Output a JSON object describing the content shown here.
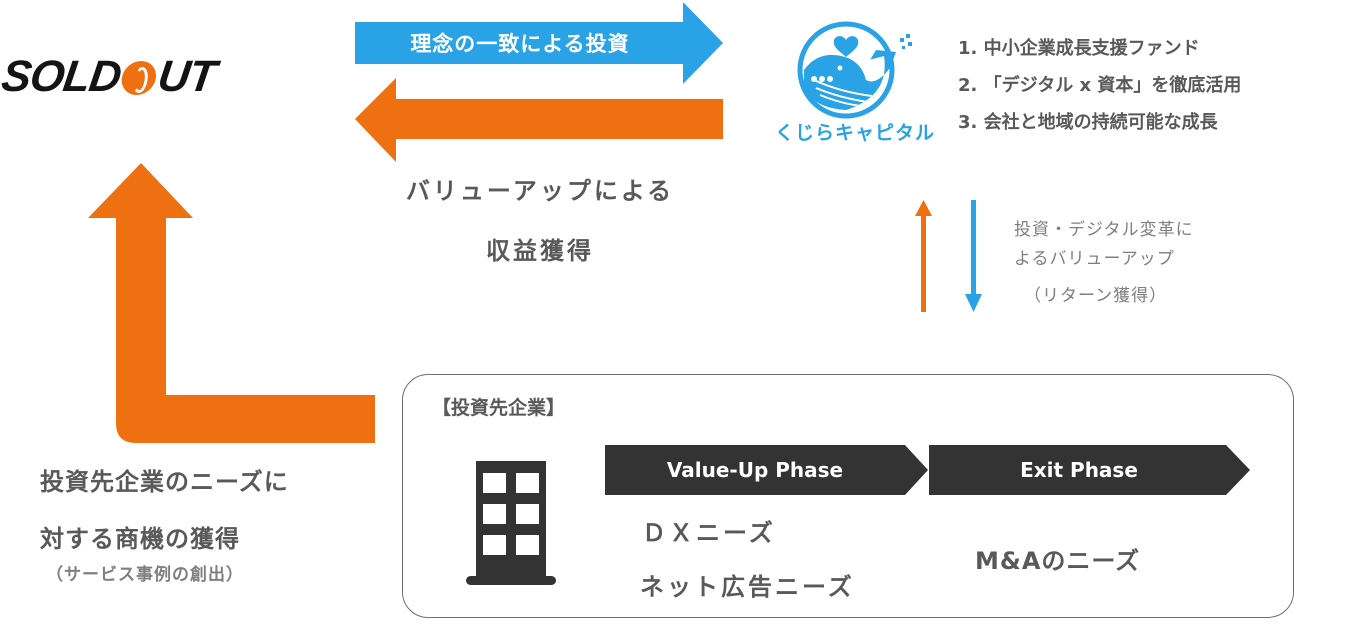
{
  "colors": {
    "orange": "#ee7010",
    "blue": "#29a3e6",
    "dark": "#333333",
    "text_gray": "#595959",
    "light_gray": "#7f7f7f"
  },
  "logos": {
    "soldout": {
      "text_left": "SOLD",
      "text_right": "UT",
      "mark": "flame-o-mark"
    },
    "kujira": {
      "name": "くじらキャピタル",
      "icon": "whale-heart-icon"
    }
  },
  "top_flow": {
    "investment_arrow_label": "理念の一致による投資",
    "return_arrow_caption": [
      "バリューアップによる",
      "収益獲得"
    ]
  },
  "mission_list": [
    "1. 中小企業成長支援ファンド",
    "2. 「デジタル x 資本」を徹底活用",
    "3. 会社と地域の持続可能な成長"
  ],
  "vertical_flow": {
    "caption": [
      "投資・デジタル変革に",
      "よるバリューアップ"
    ],
    "sub_caption": "（リターン獲得）"
  },
  "left_flow": {
    "caption": [
      "投資先企業のニーズに",
      "対する商機の獲得"
    ],
    "sub_caption": "（サービス事例の創出）"
  },
  "company_box": {
    "title": "【投資先企業】",
    "icon": "building-icon",
    "phases": [
      {
        "label": "Value-Up Phase",
        "needs": [
          "ＤＸニーズ",
          "ネット広告ニーズ"
        ]
      },
      {
        "label": "Exit Phase",
        "needs": [
          "M&Aのニーズ"
        ]
      }
    ]
  }
}
